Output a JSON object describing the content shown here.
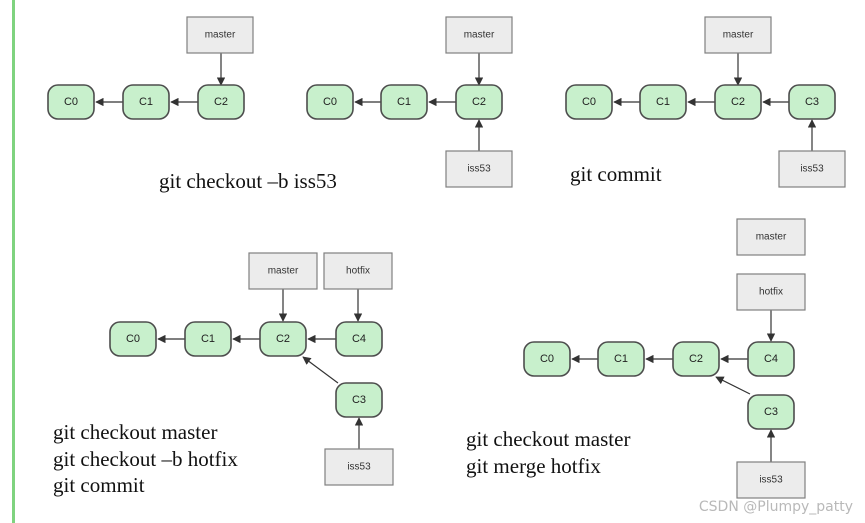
{
  "panels": [
    {
      "commits": [
        "C0",
        "C1",
        "C2"
      ],
      "branches": [
        "master"
      ],
      "caption": []
    },
    {
      "commits": [
        "C0",
        "C1",
        "C2"
      ],
      "branches": [
        "master",
        "iss53"
      ],
      "caption": [
        "git  checkout –b iss53"
      ]
    },
    {
      "commits": [
        "C0",
        "C1",
        "C2",
        "C3"
      ],
      "branches": [
        "master",
        "iss53"
      ],
      "caption": [
        "git  commit"
      ]
    },
    {
      "commits": [
        "C0",
        "C1",
        "C2",
        "C4",
        "C3"
      ],
      "branches": [
        "master",
        "hotfix",
        "iss53"
      ],
      "caption": [
        "git checkout master",
        "git checkout –b hotfix",
        "git commit"
      ]
    },
    {
      "commits": [
        "C0",
        "C1",
        "C2",
        "C4",
        "C3"
      ],
      "branches": [
        "master",
        "hotfix",
        "iss53"
      ],
      "caption": [
        "git checkout master",
        "git merge hotfix"
      ]
    }
  ],
  "watermark": "CSDN @Plumpy_patty",
  "colors": {
    "commit_fill": "#c8f0cc",
    "branch_fill": "#ececec",
    "left_border": "#7fd37f"
  }
}
